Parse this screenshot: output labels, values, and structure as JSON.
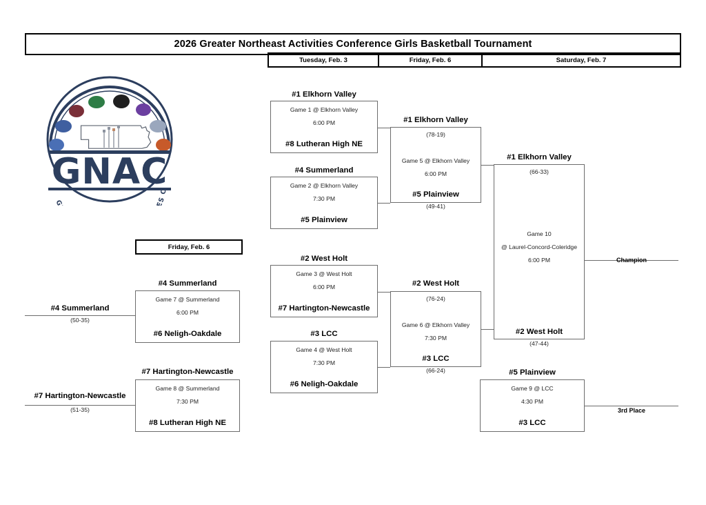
{
  "header": {
    "title": "2026 Greater Northeast Activities Conference Girls Basketball Tournament",
    "dates": [
      "Tuesday, Feb. 3",
      "Friday, Feb. 6",
      "Saturday, Feb. 7"
    ],
    "consolation_date": "Friday, Feb. 6"
  },
  "logo": {
    "acronym": "GNAC",
    "arc_text": "GREATER NORTHEAST ACTIVITIES CONFERENCE",
    "navy": "#2c3e5e"
  },
  "labels": {
    "champion": "Champion",
    "third_place": "3rd Place"
  },
  "games": {
    "g1": {
      "info_line": "Game 1 @ Elkhorn Valley",
      "time": "6:00 PM",
      "top_team": "#1 Elkhorn Valley",
      "bottom_team": "#8 Lutheran High NE"
    },
    "g2": {
      "info_line": "Game 2 @ Elkhorn Valley",
      "time": "7:30 PM",
      "top_team": "#4 Summerland",
      "bottom_team": "#5 Plainview"
    },
    "g3": {
      "info_line": "Game 3 @ West Holt",
      "time": "6:00 PM",
      "top_team": "#2 West Holt",
      "bottom_team": "#7 Hartington-Newcastle"
    },
    "g4": {
      "info_line": "Game 4 @ West Holt",
      "time": "7:30 PM",
      "top_team": "#3 LCC",
      "bottom_team": "#6 Neligh-Oakdale"
    },
    "g5": {
      "info_line": "Game 5 @ Elkhorn Valley",
      "time": "6:00 PM",
      "top_team": "#1 Elkhorn Valley",
      "top_score": "(78-19)",
      "bottom_team": "#5 Plainview",
      "bottom_score": "(49-41)"
    },
    "g6": {
      "info_line": "Game 6 @ Elkhorn Valley",
      "time": "7:30 PM",
      "top_team": "#2 West Holt",
      "top_score": "(76-24)",
      "bottom_team": "#3 LCC",
      "bottom_score": "(66-24)"
    },
    "g7": {
      "info_line": "Game 7 @ Summerland",
      "time": "6:00 PM",
      "top_team": "#4 Summerland",
      "bottom_team": "#6 Neligh-Oakdale",
      "feed_team": "#4 Summerland",
      "feed_score": "(50-35)"
    },
    "g8": {
      "info_line": "Game 8 @ Summerland",
      "time": "7:30 PM",
      "top_team": "#7 Hartington-Newcastle",
      "bottom_team": "#8 Lutheran High NE",
      "feed_team": "#7 Hartington-Newcastle",
      "feed_score": "(51-35)"
    },
    "g9": {
      "info_line": "Game 9 @ LCC",
      "time": "4:30 PM",
      "top_team": "#5 Plainview",
      "bottom_team": "#3 LCC"
    },
    "g10": {
      "info_line_1": "Game 10",
      "info_line_2": "@ Laurel-Concord-Coleridge",
      "time": "6:00 PM",
      "top_team": "#1 Elkhorn Valley",
      "top_score": "(66-33)",
      "bottom_team": "#2 West Holt",
      "bottom_score": "(47-44)"
    }
  }
}
